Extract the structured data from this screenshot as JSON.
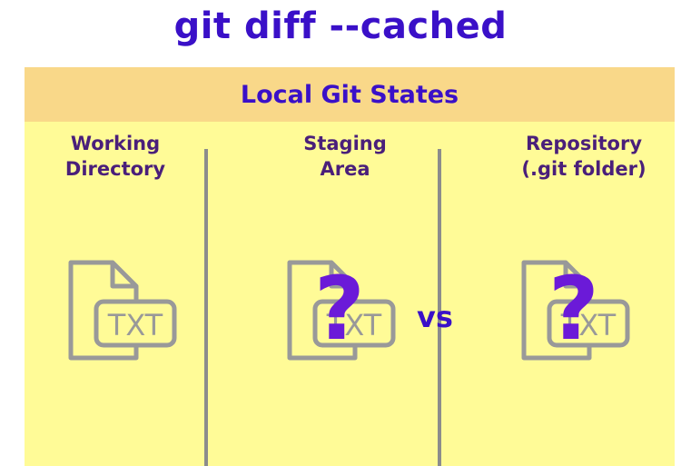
{
  "title": "git diff --cached",
  "panel": {
    "header": "Local Git States",
    "columns": [
      {
        "label_line1": "Working",
        "label_line2": "Directory",
        "file_label": "TXT"
      },
      {
        "label_line1": "Staging",
        "label_line2": "Area",
        "file_label": "TXT",
        "marker": "?"
      },
      {
        "label_line1": "Repository",
        "label_line2": "(.git folder)",
        "file_label": "TXT",
        "marker": "?"
      }
    ],
    "comparison": "vs"
  },
  "colors": {
    "title": "#3a10c8",
    "panel_bg": "#fffb97",
    "header_bg": "#f9d889",
    "question_mark": "#6b1ad8",
    "icon_stroke": "#999999"
  },
  "icons": [
    "txt-file-icon"
  ]
}
